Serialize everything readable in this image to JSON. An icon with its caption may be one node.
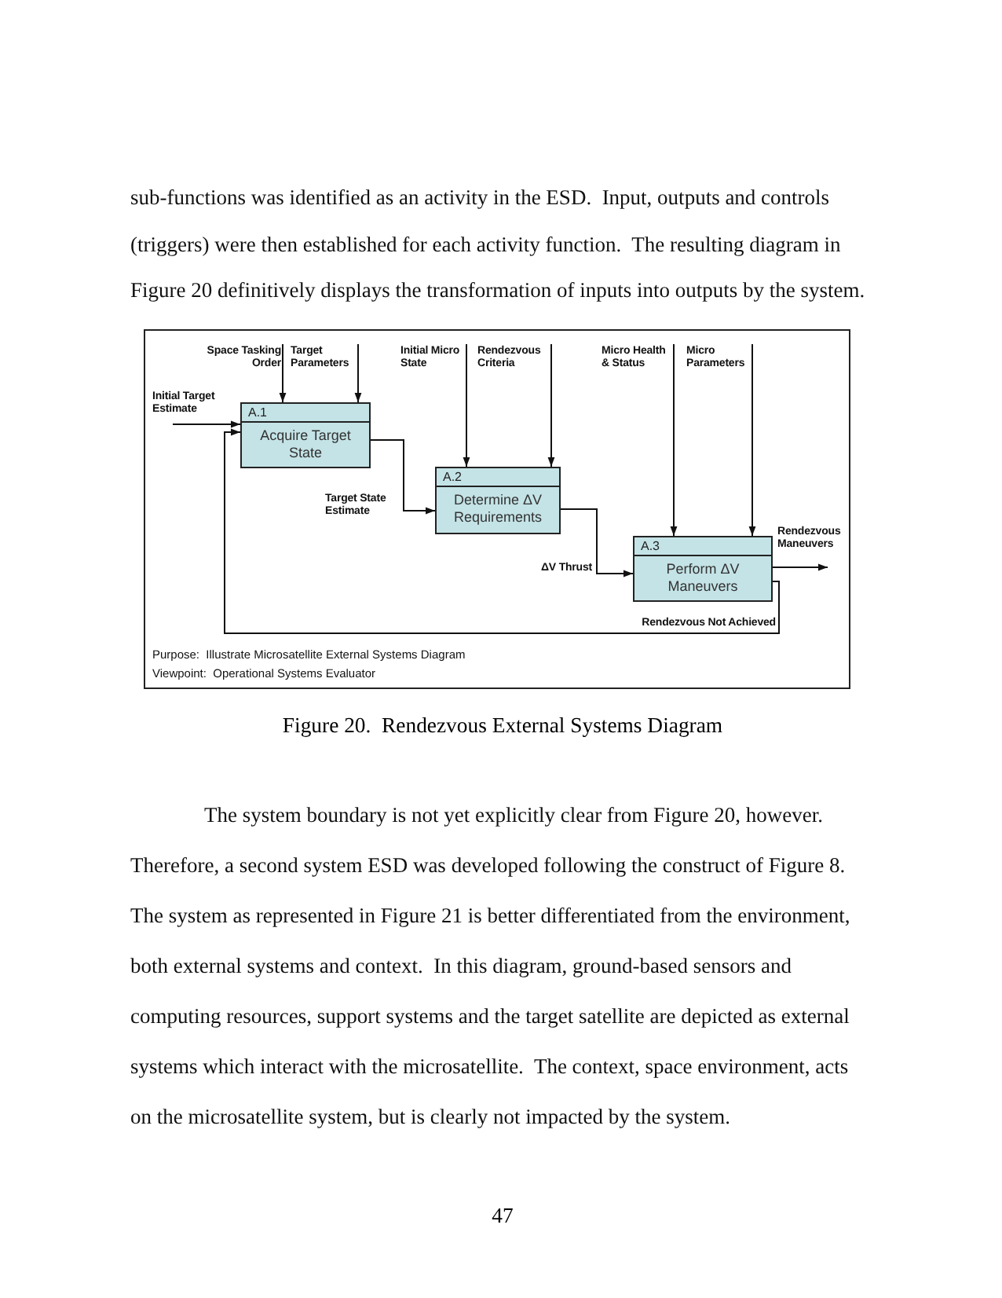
{
  "diagram": {
    "caption": "Figure 20.  Rendezvous External Systems Diagram",
    "nodes": [
      {
        "text": [
          "A.1",
          "Acquire Target State"
        ]
      },
      {
        "text": [
          "A.2",
          "Determine ΔV Requirements"
        ]
      },
      {
        "text": [
          "A.3",
          "Perform ΔV Maneuvers"
        ]
      },
      {
        "text": [
          "Initial Target Estimate"
        ]
      },
      {
        "text": [
          "Space Tasking Order"
        ]
      },
      {
        "text": [
          "Target Parameters"
        ]
      },
      {
        "text": [
          "Initial Micro State"
        ]
      },
      {
        "text": [
          "Rendezvous Criteria"
        ]
      },
      {
        "text": [
          "Micro Health & Status"
        ]
      },
      {
        "text": [
          "Micro Parameters"
        ]
      }
    ],
    "edges": [
      {
        "from": 3,
        "to": 0,
        "arrow": "to"
      },
      {
        "from": 4,
        "to": 0,
        "arrow": "to"
      },
      {
        "from": 5,
        "to": 0,
        "arrow": "to"
      },
      {
        "from": 6,
        "to": 1,
        "arrow": "to"
      },
      {
        "from": 7,
        "to": 1,
        "arrow": "to"
      },
      {
        "from": 8,
        "to": 2,
        "arrow": "to"
      },
      {
        "from": 9,
        "to": 2,
        "arrow": "to"
      },
      {
        "from": 0,
        "to": 1,
        "arrow": "to",
        "label": "Target State Estimate"
      },
      {
        "from": 1,
        "to": 2,
        "arrow": "to",
        "label": "ΔV Thrust"
      },
      {
        "from": 2,
        "to": null,
        "arrow": "to",
        "label": "Rendezvous Maneuvers"
      },
      {
        "from": 2,
        "to": 0,
        "arrow": "to",
        "label": "Rendezvous Not Achieved"
      }
    ],
    "labels": [
      "sub-functions was identified as an activity in the ESD.  Input, outputs and controls (triggers) were then established for each activity function.  The resulting diagram in Figure 20 definitively displays the transformation of inputs into outputs by the system.",
      "Purpose:  Illustrate Microsatellite External Systems Diagram",
      "Viewpoint:  Operational Systems Evaluator",
      "The system boundary is not yet explicitly clear from Figure 20, however. Therefore, a second system ESD was developed following the construct of Figure 8.  The system as represented in Figure 21 is better differentiated from the environment, both external systems and context.  In this diagram, ground-based sensors and computing resources, support systems and the target satellite are depicted as external systems which interact with the microsatellite.  The context, space environment, acts on the microsatellite system, but is clearly not impacted by the system.",
      "47"
    ]
  }
}
